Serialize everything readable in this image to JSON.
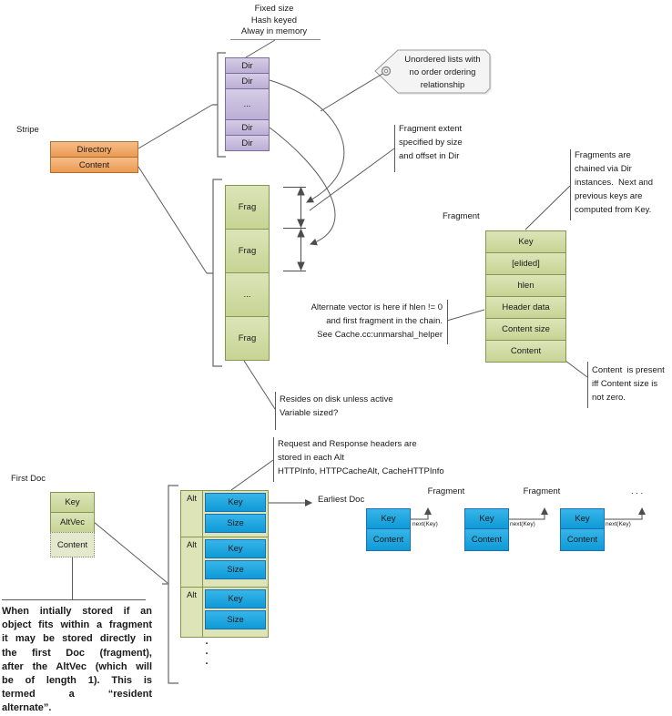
{
  "colors": {
    "dir-fill": "#d5cde6",
    "dir-fill-dark": "#bcaed6",
    "dir-border": "#7d6d9e",
    "orange-fill": "#f6bd87",
    "orange-fill-dark": "#eb9a52",
    "orange-border": "#ad6f2e",
    "green-fill": "#dce4b8",
    "green-fill-dark": "#c7d494",
    "green-border": "#87964e",
    "green-light-fill": "#e4e9cd",
    "blue-fill": "#36b5e9",
    "blue-fill-dark": "#0f9ad7",
    "blue-border": "#1a6fb5",
    "tag-fill": "#f4f4f4",
    "tag-border": "#9a9a9a",
    "line": "#5b5b5b",
    "text": "#1a1a1a"
  },
  "labels": {
    "stripe": "Stripe",
    "fragment": "Fragment",
    "first_doc": "First Doc",
    "earliest_doc": "Earliest Doc"
  },
  "notes": {
    "dir_properties": [
      "Fixed size",
      "Hash keyed",
      "Alway in memory"
    ],
    "unordered_tag": [
      "Unordered lists with",
      "no order ordering",
      "relationship"
    ],
    "fragment_extent": [
      "Fragment extent",
      "specified by size",
      "and offset in Dir"
    ],
    "fragments_chained": [
      "Fragments are",
      "chained via Dir",
      "instances.  Next and",
      "previous keys are",
      "computed from Key."
    ],
    "alternate_vector": [
      "Alternate vector is here if hlen != 0",
      "and first fragment in the chain.",
      "See Cache.cc:unmarshal_helper"
    ],
    "content_present": [
      "Content  is present",
      "iff Content size is",
      "not zero."
    ],
    "resides_on_disk": [
      "Resides on disk unless active",
      "Variable sized?"
    ],
    "request_response": [
      "Request and Response headers are",
      "stored in each Alt",
      "HTTPInfo, HTTPCacheAlt, CacheHTTPInfo"
    ],
    "resident_alternate": [
      "When intially stored if an",
      "object fits within a fragment",
      "it may be stored directly in",
      "the first Doc (fragment),",
      "after the AltVec (which will",
      "be of length 1). This is",
      "termed a “resident",
      "alternate”."
    ]
  },
  "stripe_box": {
    "rows": [
      "Directory",
      "Content"
    ]
  },
  "dir_stack": {
    "rows": [
      "Dir",
      "Dir",
      "...",
      "Dir",
      "Dir"
    ]
  },
  "frag_stack": {
    "rows": [
      "Frag",
      "Frag",
      "...",
      "Frag"
    ]
  },
  "fragment_table": {
    "rows": [
      "Key",
      "[elided]",
      "hlen",
      "Header data",
      "Content size",
      "Content"
    ]
  },
  "first_doc": {
    "rows": [
      "Key",
      "AltVec",
      "Content"
    ]
  },
  "alt_vector": {
    "entries": [
      {
        "alt": "Alt",
        "key": "Key",
        "size": "Size"
      },
      {
        "alt": "Alt",
        "key": "Key",
        "size": "Size"
      },
      {
        "alt": "Alt",
        "key": "Key",
        "size": "Size"
      }
    ],
    "dots": [
      ".",
      ".",
      "."
    ]
  },
  "doc_chain": {
    "next_label": "next(Key)",
    "boxes": [
      {
        "key": "Key",
        "content": "Content"
      },
      {
        "key": "Key",
        "content": "Content"
      },
      {
        "key": "Key",
        "content": "Content"
      }
    ],
    "arrow_targets": [
      "Fragment",
      "Fragment",
      ". . ."
    ]
  }
}
